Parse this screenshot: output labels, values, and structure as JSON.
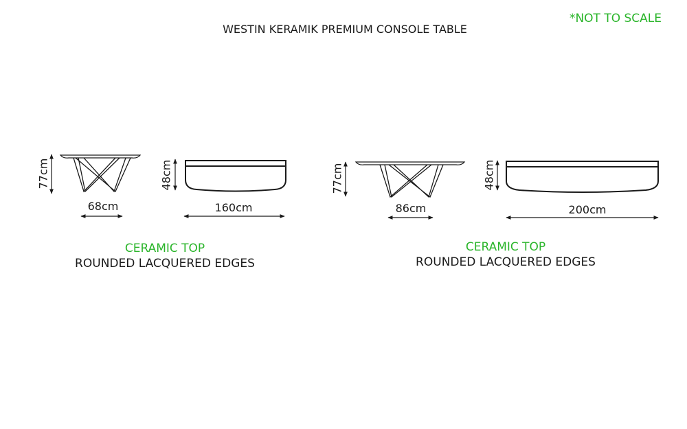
{
  "title": "WESTIN KERAMIK PREMIUM CONSOLE TABLE",
  "scale_note": "*NOT TO SCALE",
  "accent_color": "#2bb52b",
  "variants": [
    {
      "side_height": "77cm",
      "side_depth": "68cm",
      "front_height": "48cm",
      "front_width": "160cm",
      "material": "CERAMIC TOP",
      "edges": "ROUNDED LACQUERED EDGES"
    },
    {
      "side_height": "77cm",
      "side_depth": "86cm",
      "front_height": "48cm",
      "front_width": "200cm",
      "material": "CERAMIC TOP",
      "edges": "ROUNDED LACQUERED EDGES"
    }
  ]
}
